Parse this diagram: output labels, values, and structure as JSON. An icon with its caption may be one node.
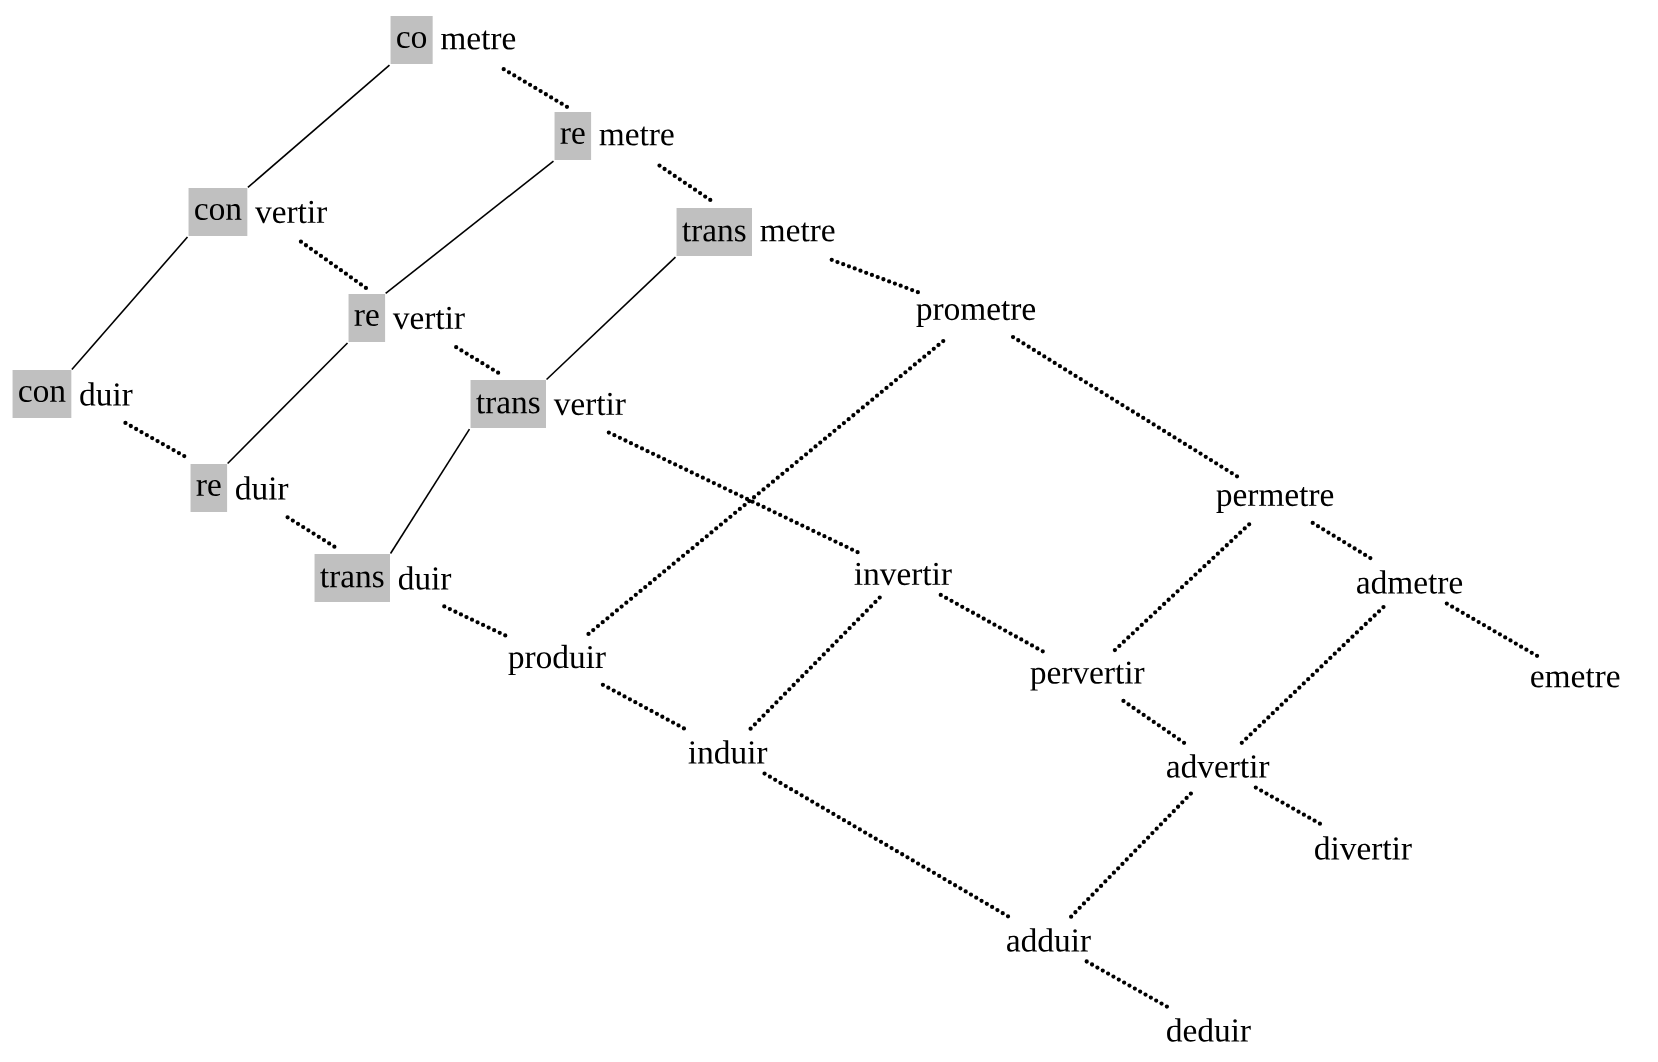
{
  "diagram": {
    "nodes": [
      {
        "text": [
          "co",
          "metre"
        ]
      },
      {
        "text": [
          "re",
          "metre"
        ]
      },
      {
        "text": [
          "con",
          "vertir"
        ]
      },
      {
        "text": [
          "trans",
          "metre"
        ]
      },
      {
        "text": [
          "re",
          "vertir"
        ]
      },
      {
        "text": [
          "con",
          "duir"
        ]
      },
      {
        "text": [
          "prometre"
        ]
      },
      {
        "text": [
          "trans",
          "vertir"
        ]
      },
      {
        "text": [
          "re",
          "duir"
        ]
      },
      {
        "text": [
          "permetre"
        ]
      },
      {
        "text": [
          "trans",
          "duir"
        ]
      },
      {
        "text": [
          "invertir"
        ]
      },
      {
        "text": [
          "admetre"
        ]
      },
      {
        "text": [
          "produir"
        ]
      },
      {
        "text": [
          "pervertir"
        ]
      },
      {
        "text": [
          "emetre"
        ]
      },
      {
        "text": [
          "induir"
        ]
      },
      {
        "text": [
          "advertir"
        ]
      },
      {
        "text": [
          "divertir"
        ]
      },
      {
        "text": [
          "adduir"
        ]
      },
      {
        "text": [
          "deduir"
        ]
      }
    ],
    "edges": [
      {
        "from": 0,
        "to": 1,
        "arrow": "none",
        "style": "dashed"
      },
      {
        "from": 1,
        "to": 3,
        "arrow": "none",
        "style": "dashed"
      },
      {
        "from": 3,
        "to": 6,
        "arrow": "none",
        "style": "dashed"
      },
      {
        "from": 6,
        "to": 9,
        "arrow": "none",
        "style": "dashed"
      },
      {
        "from": 9,
        "to": 12,
        "arrow": "none",
        "style": "dashed"
      },
      {
        "from": 12,
        "to": 15,
        "arrow": "none",
        "style": "dashed"
      },
      {
        "from": 2,
        "to": 4,
        "arrow": "none",
        "style": "dashed"
      },
      {
        "from": 4,
        "to": 7,
        "arrow": "none",
        "style": "dashed"
      },
      {
        "from": 7,
        "to": 11,
        "arrow": "none",
        "style": "dashed"
      },
      {
        "from": 11,
        "to": 14,
        "arrow": "none",
        "style": "dashed"
      },
      {
        "from": 14,
        "to": 17,
        "arrow": "none",
        "style": "dashed"
      },
      {
        "from": 17,
        "to": 18,
        "arrow": "none",
        "style": "dashed"
      },
      {
        "from": 5,
        "to": 8,
        "arrow": "none",
        "style": "dashed"
      },
      {
        "from": 8,
        "to": 10,
        "arrow": "none",
        "style": "dashed"
      },
      {
        "from": 10,
        "to": 13,
        "arrow": "none",
        "style": "dashed"
      },
      {
        "from": 13,
        "to": 16,
        "arrow": "none",
        "style": "dashed"
      },
      {
        "from": 16,
        "to": 19,
        "arrow": "none",
        "style": "dashed"
      },
      {
        "from": 19,
        "to": 20,
        "arrow": "none",
        "style": "dashed"
      },
      {
        "from": 13,
        "to": 6,
        "arrow": "none",
        "style": "dashed"
      },
      {
        "from": 16,
        "to": 11,
        "arrow": "none",
        "style": "dashed"
      },
      {
        "from": 19,
        "to": 17,
        "arrow": "none",
        "style": "dashed"
      },
      {
        "from": 14,
        "to": 9,
        "arrow": "none",
        "style": "dashed"
      },
      {
        "from": 17,
        "to": 12,
        "arrow": "none",
        "style": "dashed"
      },
      {
        "from": 0,
        "to": 2,
        "arrow": "none"
      },
      {
        "from": 2,
        "to": 5,
        "arrow": "none"
      },
      {
        "from": 1,
        "to": 4,
        "arrow": "none"
      },
      {
        "from": 4,
        "to": 8,
        "arrow": "none"
      },
      {
        "from": 3,
        "to": 7,
        "arrow": "none"
      },
      {
        "from": 7,
        "to": 10,
        "arrow": "none"
      }
    ]
  }
}
